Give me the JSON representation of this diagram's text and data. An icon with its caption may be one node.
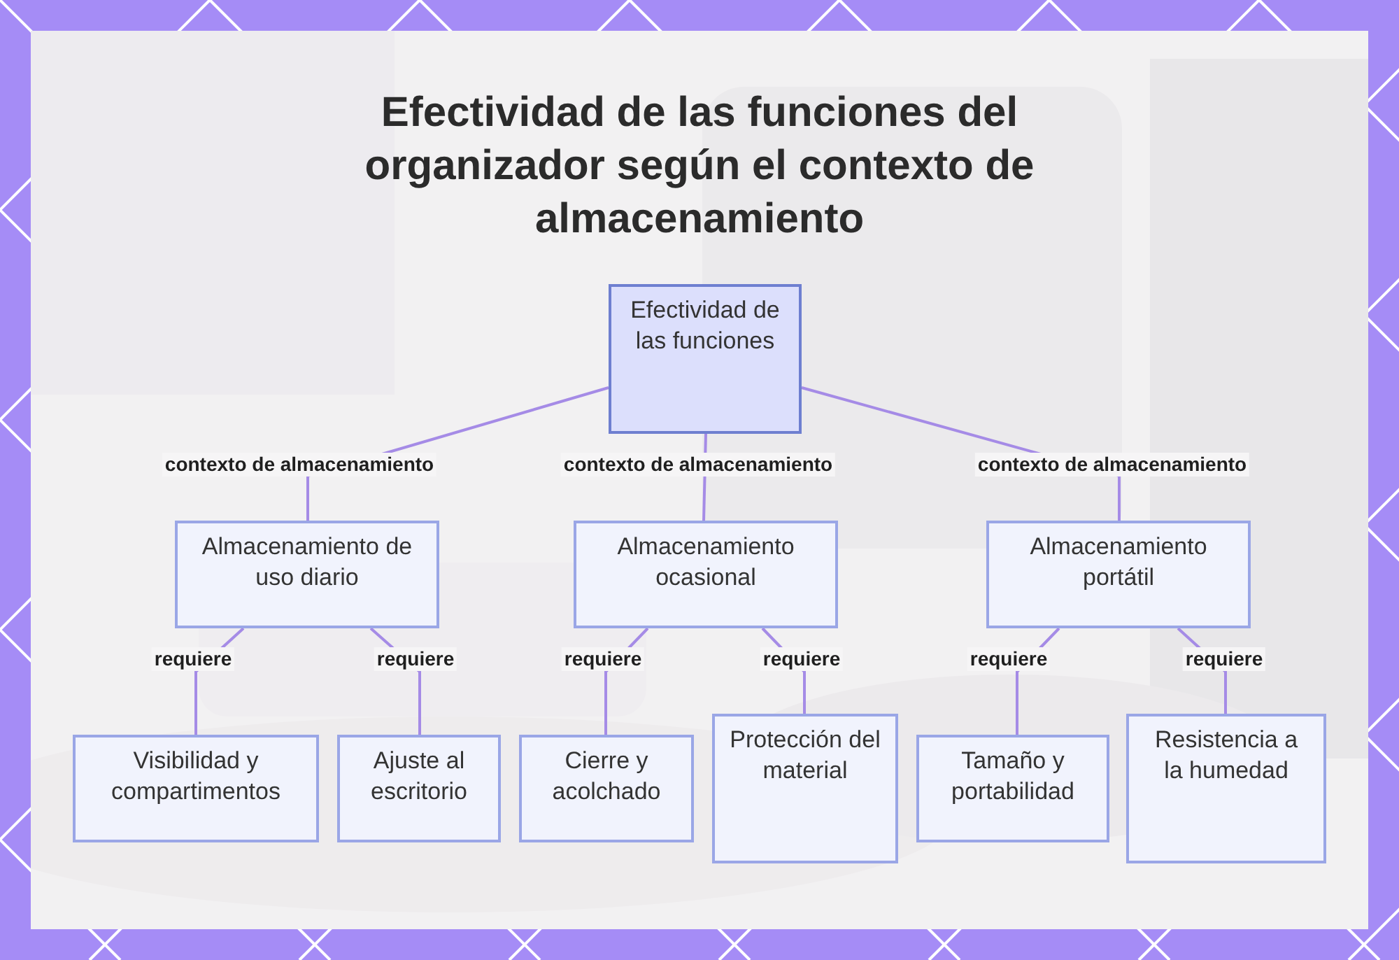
{
  "diagram": {
    "title": "Efectividad de las funciones del organizador según el contexto de almacenamiento",
    "nodes": [
      {
        "text": [
          "Efectividad de las funciones"
        ]
      },
      {
        "text": [
          "Almacenamiento de uso diario"
        ]
      },
      {
        "text": [
          "Almacenamiento ocasional"
        ]
      },
      {
        "text": [
          "Almacenamiento portátil"
        ]
      },
      {
        "text": [
          "Visibilidad y compartimentos"
        ]
      },
      {
        "text": [
          "Ajuste al escritorio"
        ]
      },
      {
        "text": [
          "Cierre y acolchado"
        ]
      },
      {
        "text": [
          "Protección del material"
        ]
      },
      {
        "text": [
          "Tamaño y portabilidad"
        ]
      },
      {
        "text": [
          "Resistencia a la humedad"
        ]
      }
    ],
    "edges": [
      {
        "from": 0,
        "to": 1,
        "arrow": "none",
        "label": "contexto de almacenamiento"
      },
      {
        "from": 0,
        "to": 2,
        "arrow": "none",
        "label": "contexto de almacenamiento"
      },
      {
        "from": 0,
        "to": 3,
        "arrow": "none",
        "label": "contexto de almacenamiento"
      },
      {
        "from": 1,
        "to": 4,
        "arrow": "none",
        "label": "requiere"
      },
      {
        "from": 1,
        "to": 5,
        "arrow": "none",
        "label": "requiere"
      },
      {
        "from": 2,
        "to": 6,
        "arrow": "none",
        "label": "requiere"
      },
      {
        "from": 2,
        "to": 7,
        "arrow": "none",
        "label": "requiere"
      },
      {
        "from": 3,
        "to": 8,
        "arrow": "none",
        "label": "requiere"
      },
      {
        "from": 3,
        "to": 9,
        "arrow": "none",
        "label": "requiere"
      }
    ]
  }
}
